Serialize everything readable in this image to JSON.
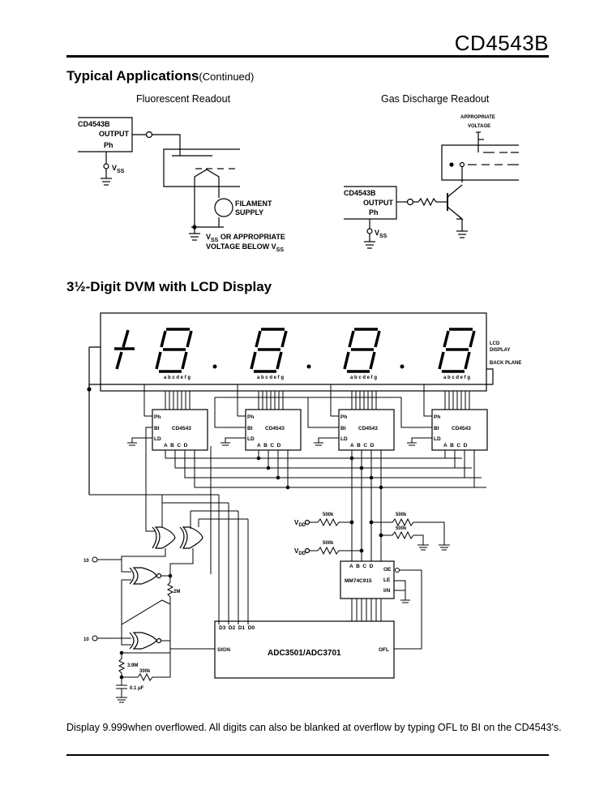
{
  "header": {
    "part_number": "CD4543B"
  },
  "sections": {
    "typical_title": "Typical Applications",
    "typical_suffix": "(Continued)",
    "dvm_title": "3½-Digit DVM with LCD Display"
  },
  "fluorescent": {
    "caption": "Fluorescent Readout",
    "chip_name": "CD4543B",
    "output_label": "OUTPUT",
    "ph_label": "Ph",
    "vss_label": "V",
    "vss_sub": "SS",
    "filament_label": "FILAMENT",
    "supply_label": "SUPPLY",
    "vss_or_label": "V",
    "vss_or_sub": "SS",
    "vss_or_rest": " OR APPROPRIATE",
    "voltage_below_label": "VOLTAGE BELOW V",
    "voltage_below_sub": "SS"
  },
  "gas_discharge": {
    "caption": "Gas Discharge Readout",
    "appropriate_label": "APPROPRIATE",
    "voltage_label": "VOLTAGE",
    "chip_name": "CD4543B",
    "output_label": "OUTPUT",
    "ph_label": "Ph",
    "vss_label": "V",
    "vss_sub": "SS"
  },
  "dvm": {
    "lcd_label_1": "LCD",
    "lcd_label_2": "DISPLAY",
    "back_plane_label": "BACK PLANE",
    "segment_letters": "a b c d e f g",
    "decoders": [
      {
        "name": "CD4543",
        "ph": "Ph",
        "bi": "BI",
        "ld": "LD",
        "pins": "A  B  C  D"
      },
      {
        "name": "CD4543",
        "ph": "Ph",
        "bi": "BI",
        "ld": "LD",
        "pins": "A  B  C  D"
      },
      {
        "name": "CD4543",
        "ph": "Ph",
        "bi": "BI",
        "ld": "LD",
        "pins": "A  B  C  D"
      },
      {
        "name": "CD4543",
        "ph": "Ph",
        "bi": "BI",
        "ld": "LD",
        "pins": "A  B  C  D"
      }
    ],
    "vdd_1": "V",
    "vdd_1_sub": "DD",
    "vdd_2": "V",
    "vdd_2_sub": "DD",
    "res_500k_1": "500k",
    "res_500k_2": "500k",
    "res_500k_3": "500k",
    "res_500k_4": "500k",
    "latch_name": "MM74C915",
    "latch_pins": "A  B  C  D",
    "latch_oe": "OE",
    "latch_le": "LE",
    "latch_in": "I/N",
    "adc_name": "ADC3501/ADC3701",
    "adc_digits": "D3  D2  D1  D0",
    "adc_sign": "SIGN",
    "adc_ofl": "OFL",
    "res_2m": "2M",
    "res_3_9m": "3.9M",
    "res_300k": "300k",
    "cap_label": "0.1 μF",
    "input_1": "10",
    "input_2": "10"
  },
  "footnote": "Display 9.999when overflowed. All digits can also be blanked at overflow by typing OFL to BI on the CD4543's."
}
